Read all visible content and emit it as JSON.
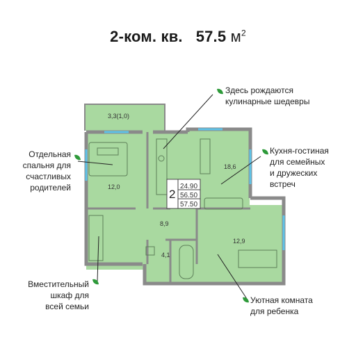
{
  "title": {
    "rooms": "2-ком. кв.",
    "area": "57.5",
    "unit": "м",
    "unit_sup": "2"
  },
  "callouts": {
    "kitchen": [
      "Здесь рождаются",
      "кулинарные шедевры"
    ],
    "living": [
      "Кухня-гостиная",
      "для семейных",
      "и дружеских",
      "встреч"
    ],
    "bedroom": [
      "Отдельная",
      "спальня для",
      "счастливых",
      "родителей"
    ],
    "wardrobe": [
      "Вместительный",
      "шкаф для",
      "всей семьи"
    ],
    "kids": [
      "Уютная комната",
      "для ребенка"
    ]
  },
  "rooms": {
    "balcony": "3,3(1,0)",
    "living": "18,6",
    "bedroom": "12,0",
    "hall": "8,9",
    "bath": "4,1",
    "kids": "12,9"
  },
  "summary": {
    "rooms_count": "2",
    "living_area": "24.90",
    "area_no_balcony": "56.50",
    "total_area": "57.50"
  },
  "colors": {
    "floor": "#a9d9a0",
    "wall": "#8a8a8a",
    "leaf": "#2e9a3a",
    "window": "#5ec3e8"
  }
}
